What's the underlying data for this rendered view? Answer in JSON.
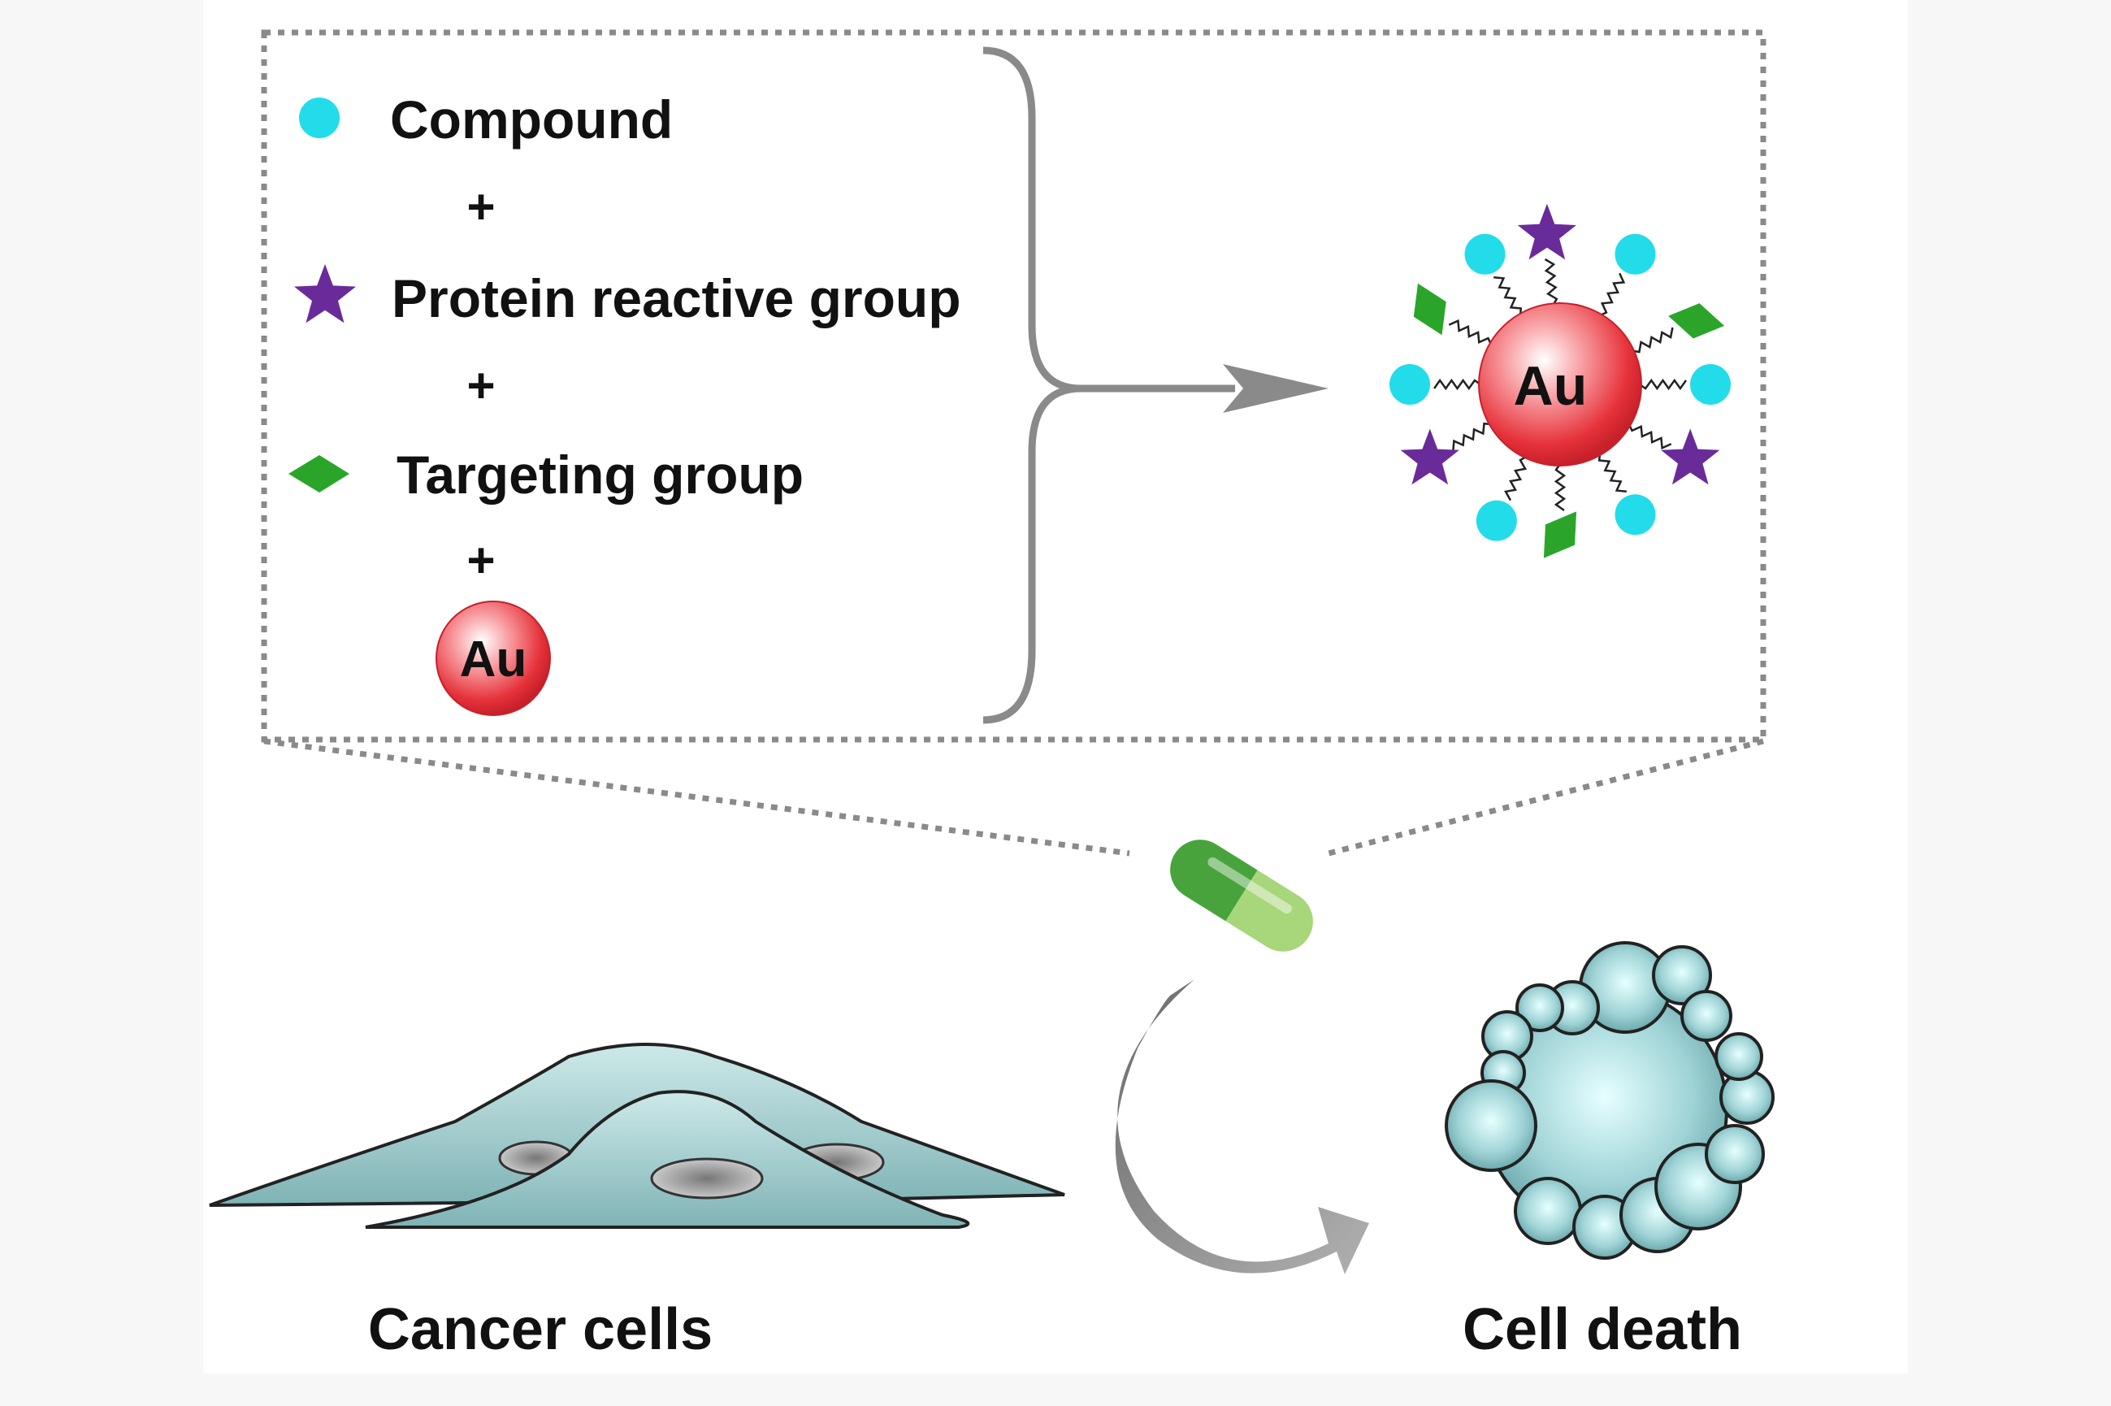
{
  "legend": {
    "compound": "Compound",
    "protein_reactive_group": "Protein reactive group",
    "targeting_group": "Targeting group",
    "plus": "+",
    "gold": "Au"
  },
  "nanoparticle": {
    "label": "Au"
  },
  "bottom": {
    "cancer_cells": "Cancer cells",
    "cell_death": "Cell death"
  },
  "colors": {
    "compound": "#22dcea",
    "protein_reactive_group": "#6a2b9a",
    "targeting_group": "#2aa52a",
    "gold_particle": "#e6323a",
    "cell": "#9fcfd0",
    "arrow": "#8a8a8a",
    "capsule": "#4ea63c"
  },
  "icons": [
    "compound-dot-icon",
    "star-icon",
    "diamond-icon",
    "gold-nanoparticle-icon",
    "capsule-icon",
    "curved-arrow-icon"
  ]
}
